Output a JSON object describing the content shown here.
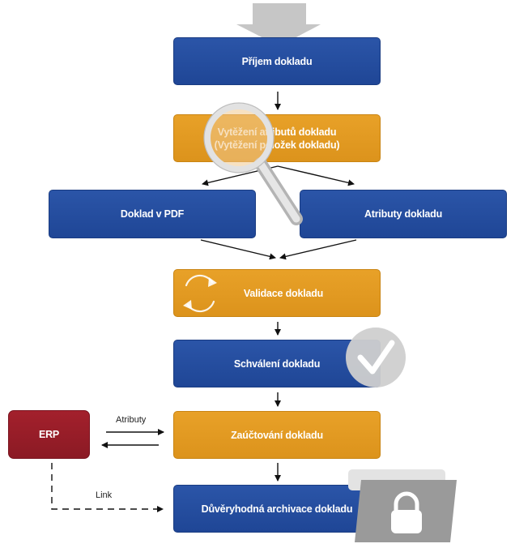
{
  "flow": {
    "prijem": "Příjem dokladu",
    "vytezeni_line1": "Vytěžení atributů dokladu",
    "vytezeni_line2": "(Vytěžení položek dokladu)",
    "pdf": "Doklad v PDF",
    "atributy": "Atributy dokladu",
    "validace": "Validace dokladu",
    "schvaleni": "Schválení dokladu",
    "zauctovani": "Zaúčtování dokladu",
    "archivace": "Důvěryhodná archivace dokladu",
    "erp": "ERP"
  },
  "edges": {
    "atributy_label": "Atributy",
    "link_label": "Link"
  },
  "icons": [
    "input-arrow-icon",
    "magnifier-icon",
    "refresh-icon",
    "checkmark-icon",
    "locked-folder-icon"
  ],
  "colors": {
    "blue": "#2150a0",
    "orange": "#e09a22",
    "red": "#9a1d28",
    "gray": "#c8c8c8"
  }
}
